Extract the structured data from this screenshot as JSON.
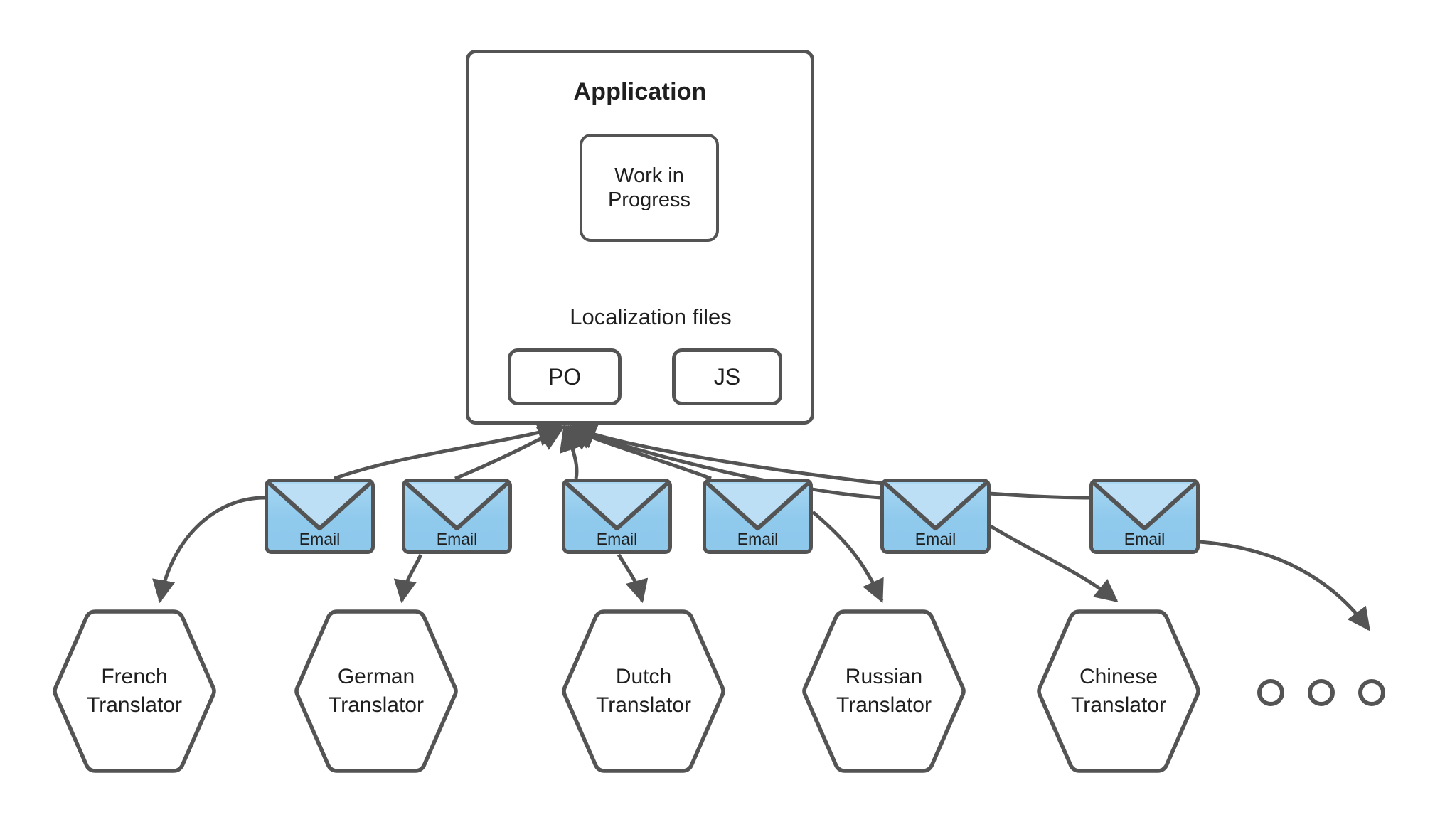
{
  "diagram": {
    "title_text": "Application",
    "stroke_color": "#545454",
    "text_color": "#1f1f1f",
    "email_fill_top": "#a6d6f2",
    "email_fill_bottom": "#8ec8eb",
    "email_flap_fill": "#bcdff5",
    "background": "#ffffff"
  },
  "application": {
    "title": "Application",
    "wip": {
      "label": "Work in\nProgress"
    },
    "localization": {
      "heading": "Localization files",
      "files": [
        {
          "name": "PO"
        },
        {
          "name": "JS"
        }
      ]
    }
  },
  "emails": [
    {
      "label": "Email"
    },
    {
      "label": "Email"
    },
    {
      "label": "Email"
    },
    {
      "label": "Email"
    },
    {
      "label": "Email"
    },
    {
      "label": "Email"
    }
  ],
  "translators": [
    {
      "line1": "French",
      "line2": "Translator"
    },
    {
      "line1": "German",
      "line2": "Translator"
    },
    {
      "line1": "Dutch",
      "line2": "Translator"
    },
    {
      "line1": "Russian",
      "line2": "Translator"
    },
    {
      "line1": "Chinese",
      "line2": "Translator"
    }
  ],
  "more_indicator": {
    "kind": "three-circles",
    "count": 3
  }
}
